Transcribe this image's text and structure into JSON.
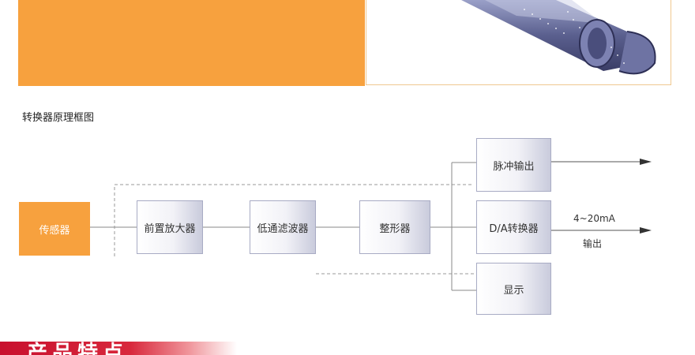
{
  "section_title": "转换器原理框图",
  "blocks": {
    "sensor": "传感器",
    "preamp": "前置放大器",
    "filter": "低通滤波器",
    "shaper": "整形器",
    "pulse_output": "脉冲输出",
    "da_converter": "D/A转换器",
    "display": "显示"
  },
  "analog_output": {
    "signal": "4~20mA",
    "label": "输出"
  },
  "banner_text": "产品特点",
  "colors": {
    "accent_orange": "#F7A13E",
    "banner_red": "#C8102E",
    "box_border": "#A8ABC4"
  }
}
